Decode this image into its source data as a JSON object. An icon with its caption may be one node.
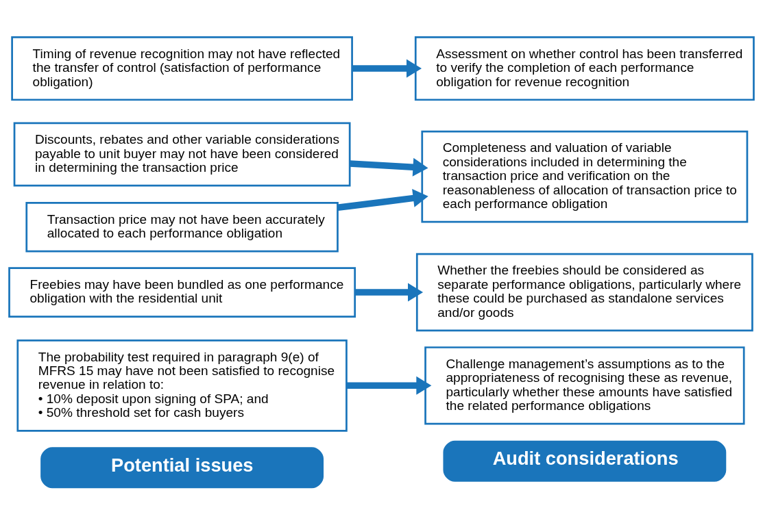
{
  "diagram": {
    "nodes": [
      {
        "text": [
          "Potential issues"
        ]
      },
      {
        "text": [
          "Audit considerations"
        ]
      },
      {
        "text": [
          "The probability test required in paragraph 9(e) of MFRS 15 may have not been satisfied to recognise revenue in relation to:",
          "• 10% deposit upon signing of SPA; and",
          "• 50% threshold set for cash buyers"
        ]
      },
      {
        "text": [
          "Freebies may have been bundled as one performance obligation with the residential unit"
        ]
      },
      {
        "text": [
          "Discounts, rebates and other variable considerations payable to unit buyer may not have been considered in determining the transaction price"
        ]
      },
      {
        "text": [
          "Transaction price may not have been accurately allocated to each performance obligation"
        ]
      },
      {
        "text": [
          "Timing of revenue recognition may not have reflected the transfer of control (satisfaction of performance obligation)"
        ]
      },
      {
        "text": [
          "Challenge management’s assumptions as to the appropriateness of recognising these as revenue, particularly whether these amounts have satisfied the related performance obligations"
        ]
      },
      {
        "text": [
          "Whether the freebies should be considered as separate performance obligations, particularly where these could be purchased as standalone services and/or goods"
        ]
      },
      {
        "text": [
          "Completeness and valuation of variable considerations included in determining the transaction price and verification on the reasonableness of allocation of transaction price to each performance obligation"
        ]
      },
      {
        "text": [
          "Assessment on whether control has been transferred to verify the completion of each performance obligation for revenue recognition"
        ]
      }
    ],
    "edges": [
      {
        "from": 2,
        "to": 7,
        "arrow": "to"
      },
      {
        "from": 3,
        "to": 8,
        "arrow": "to"
      },
      {
        "from": 4,
        "to": 9,
        "arrow": "to"
      },
      {
        "from": 5,
        "to": 9,
        "arrow": "to"
      },
      {
        "from": 6,
        "to": 10,
        "arrow": "to"
      }
    ]
  }
}
